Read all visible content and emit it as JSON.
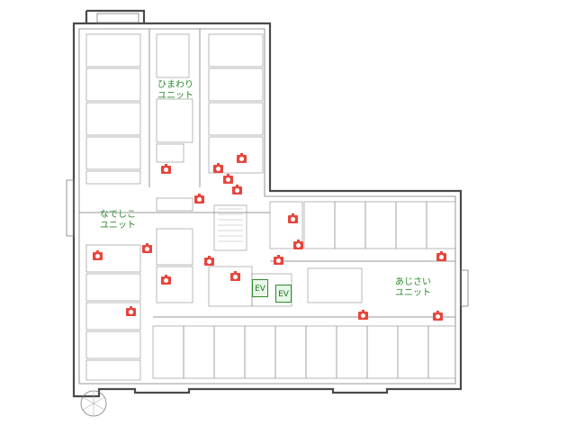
{
  "units": {
    "himawari": "ひまわり\nユニット",
    "nadeshiko": "なでしこ\nユニット",
    "ajisai": "あじさい\nユニット"
  },
  "elevators": [
    "EV",
    "EV"
  ],
  "camera_icon_name": "camera-icon",
  "colors": {
    "camera": "#e8453c",
    "label": "#2e8b2e",
    "wall": "#4a4a4a"
  }
}
